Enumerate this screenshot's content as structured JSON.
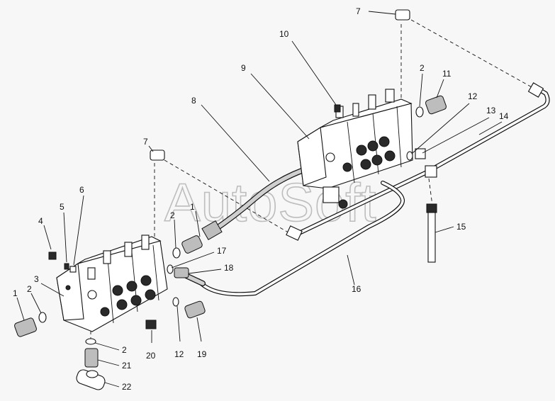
{
  "diagram": {
    "watermark": "AutoSoft",
    "callouts": [
      "1",
      "2",
      "3",
      "4",
      "5",
      "6",
      "7",
      "8",
      "9",
      "10",
      "11",
      "12",
      "13",
      "14",
      "15",
      "16",
      "17",
      "18",
      "19",
      "20",
      "21",
      "22"
    ],
    "left_block_callouts": [
      "1",
      "2",
      "3",
      "4",
      "5",
      "6",
      "7",
      "1",
      "2",
      "17",
      "18",
      "12",
      "19",
      "20",
      "2",
      "21",
      "22"
    ],
    "right_block_callouts": [
      "7",
      "10",
      "9",
      "8",
      "2",
      "11",
      "12",
      "13",
      "14",
      "15",
      "16"
    ]
  }
}
